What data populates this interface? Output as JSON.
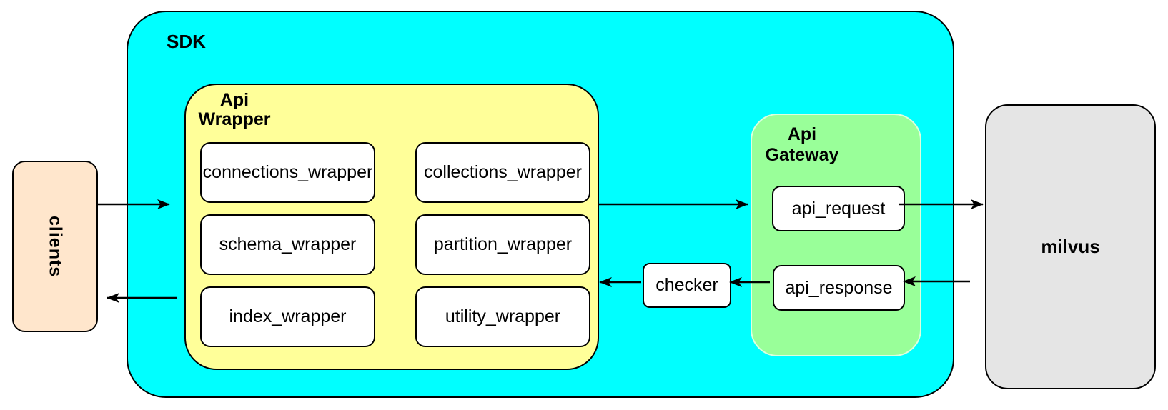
{
  "sdk": {
    "label": "SDK"
  },
  "clients": {
    "label": "clients"
  },
  "api_wrapper": {
    "label": "Api\nWrapper",
    "boxes": [
      {
        "label": "connections_wrapper"
      },
      {
        "label": "collections_wrapper"
      },
      {
        "label": "schema_wrapper"
      },
      {
        "label": "partition_wrapper"
      },
      {
        "label": "index_wrapper"
      },
      {
        "label": "utility_wrapper"
      }
    ]
  },
  "api_gateway": {
    "label": "Api\nGateway",
    "boxes": [
      {
        "label": "api_request"
      },
      {
        "label": "api_response"
      }
    ]
  },
  "checker": {
    "label": "checker"
  },
  "milvus": {
    "label": "milvus"
  },
  "colors": {
    "sdk_fill": "#00FFFF",
    "api_wrapper_fill": "#FFFF99",
    "api_gateway_fill": "#99FF99",
    "clients_fill": "#FFE6CC",
    "milvus_fill": "#E5E5E5",
    "node_fill": "#FFFFFF",
    "line": "#000000"
  }
}
